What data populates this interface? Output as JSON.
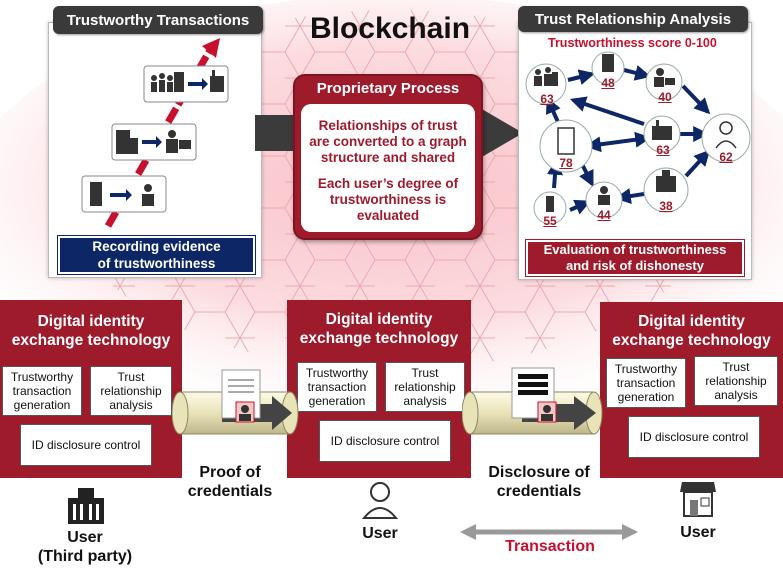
{
  "blockchain_title": "Blockchain",
  "left_panel": {
    "title": "Trustworthy Transactions",
    "footer_line1": "Recording evidence",
    "footer_line2": "of trustworthiness"
  },
  "right_panel": {
    "title": "Trust Relationship Analysis",
    "score_note": "Trustworthiness score 0-100",
    "footer_line1": "Evaluation of trustworthiness",
    "footer_line2": "and risk of dishonesty",
    "nodes": [
      {
        "score": "63"
      },
      {
        "score": "48"
      },
      {
        "score": "40"
      },
      {
        "score": "78"
      },
      {
        "score": "63"
      },
      {
        "score": "62"
      },
      {
        "score": "55"
      },
      {
        "score": "44"
      },
      {
        "score": "38"
      }
    ]
  },
  "center": {
    "title": "Proprietary Process",
    "text1_line1": "Relationships of trust",
    "text1_line2": "are converted to a graph",
    "text1_line3": "structure and shared",
    "text2_line1": "Each user’s degree of",
    "text2_line2": "trustworthiness is",
    "text2_line3": "evaluated"
  },
  "tech_boxes": [
    {
      "title_line1": "Digital identity",
      "title_line2": "exchange technology",
      "box1_line1": "Trustworthy",
      "box1_line2": "transaction",
      "box1_line3": "generation",
      "box2_line1": "Trust",
      "box2_line2": "relationship",
      "box2_line3": "analysis",
      "box3": "ID disclosure control"
    },
    {
      "title_line1": "Digital identity",
      "title_line2": "exchange technology",
      "box1_line1": "Trustworthy",
      "box1_line2": "transaction",
      "box1_line3": "generation",
      "box2_line1": "Trust",
      "box2_line2": "relationship",
      "box2_line3": "analysis",
      "box3": "ID disclosure control"
    },
    {
      "title_line1": "Digital identity",
      "title_line2": "exchange technology",
      "box1_line1": "Trustworthy",
      "box1_line2": "transaction",
      "box1_line3": "generation",
      "box2_line1": "Trust",
      "box2_line2": "relationship",
      "box2_line3": "analysis",
      "box3": "ID disclosure control"
    }
  ],
  "flows": {
    "proof_line1": "Proof of",
    "proof_line2": "credentials",
    "disclosure_line1": "Disclosure of",
    "disclosure_line2": "credentials"
  },
  "users": {
    "third_party_line1": "User",
    "third_party_line2": "(Third party)",
    "middle": "User",
    "right": "User"
  },
  "transaction_label": "Transaction",
  "colors": {
    "maroon": "#9e1b2c",
    "navy": "#0d2766",
    "dark_title": "#3a3a3a"
  }
}
